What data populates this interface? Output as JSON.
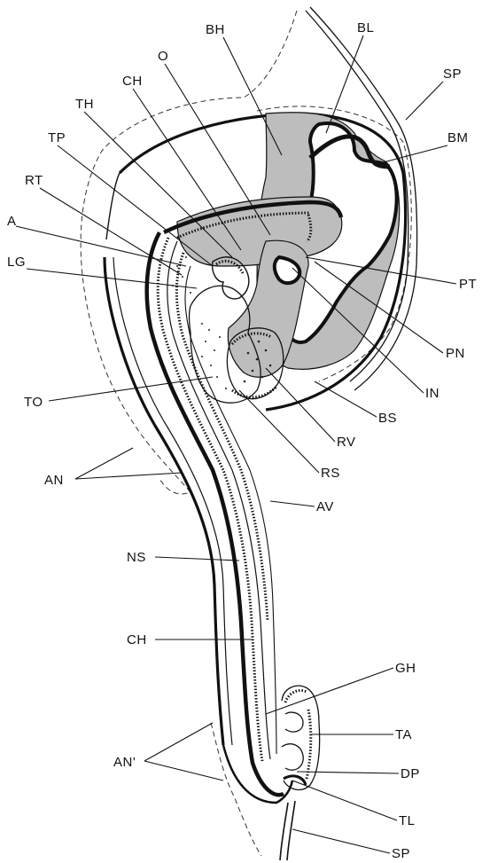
{
  "labels": {
    "BH": "BH",
    "BL": "BL",
    "O": "O",
    "SP_top": "SP",
    "CH_top": "CH",
    "BM": "BM",
    "TH": "TH",
    "TP": "TP",
    "RT": "RT",
    "A": "A",
    "LG": "LG",
    "PT": "PT",
    "PN": "PN",
    "IN": "IN",
    "TO": "TO",
    "BS": "BS",
    "RV": "RV",
    "RS": "RS",
    "AN": "AN",
    "AV": "AV",
    "NS": "NS",
    "CH_mid": "CH",
    "GH": "GH",
    "TA": "TA",
    "AN_prime": "AN'",
    "DP": "DP",
    "TL": "TL",
    "SP_bottom": "SP"
  },
  "colors": {
    "ink": "#111111",
    "shade": "#bdbdbd",
    "background": "#ffffff"
  }
}
